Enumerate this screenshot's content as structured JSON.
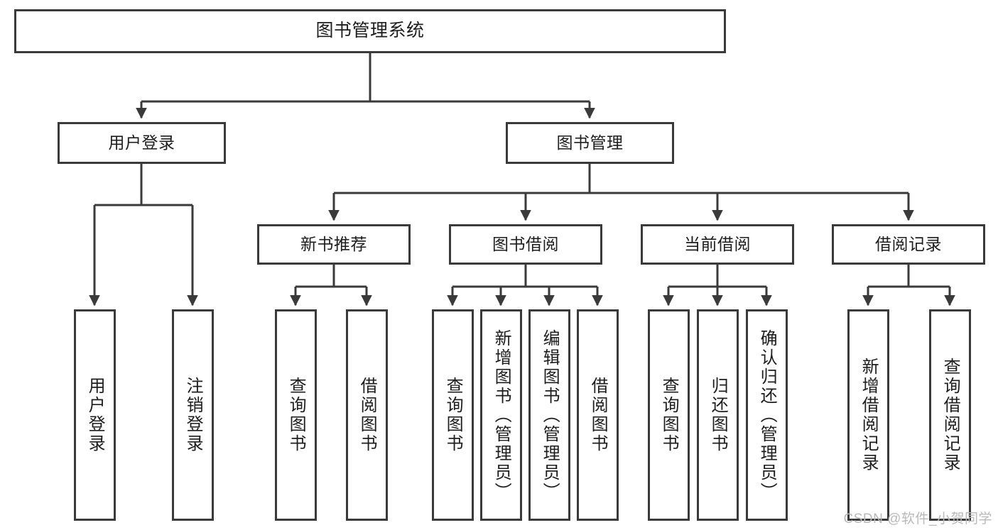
{
  "diagram": {
    "title": "图书管理系统",
    "type": "hierarchy-tree",
    "line_color": "#3a3a3a",
    "box_fill": "#ffffff",
    "text_color": "#1d1d1d",
    "background": "#ffffff"
  },
  "root": {
    "label": "图书管理系统"
  },
  "level1": [
    {
      "label": "用户登录"
    },
    {
      "label": "图书管理"
    }
  ],
  "level2": [
    {
      "label": "新书推荐"
    },
    {
      "label": "图书借阅"
    },
    {
      "label": "当前借阅"
    },
    {
      "label": "借阅记录"
    }
  ],
  "leaves": {
    "user_login": [
      {
        "label": "用户登录"
      },
      {
        "label": "注销登录"
      }
    ],
    "new_book": [
      {
        "label": "查询图书"
      },
      {
        "label": "借阅图书"
      }
    ],
    "book_borrow": [
      {
        "label": "查询图书"
      },
      {
        "label": "新增图书（管理员）"
      },
      {
        "label": "编辑图书（管理员）"
      },
      {
        "label": "借阅图书"
      }
    ],
    "current_borrow": [
      {
        "label": "查询图书"
      },
      {
        "label": "归还图书"
      },
      {
        "label": "确认归还（管理员）"
      }
    ],
    "borrow_record": [
      {
        "label": "新增借阅记录"
      },
      {
        "label": "查询借阅记录"
      }
    ]
  },
  "watermark": {
    "text": "CSDN @软件_小贺同学"
  }
}
